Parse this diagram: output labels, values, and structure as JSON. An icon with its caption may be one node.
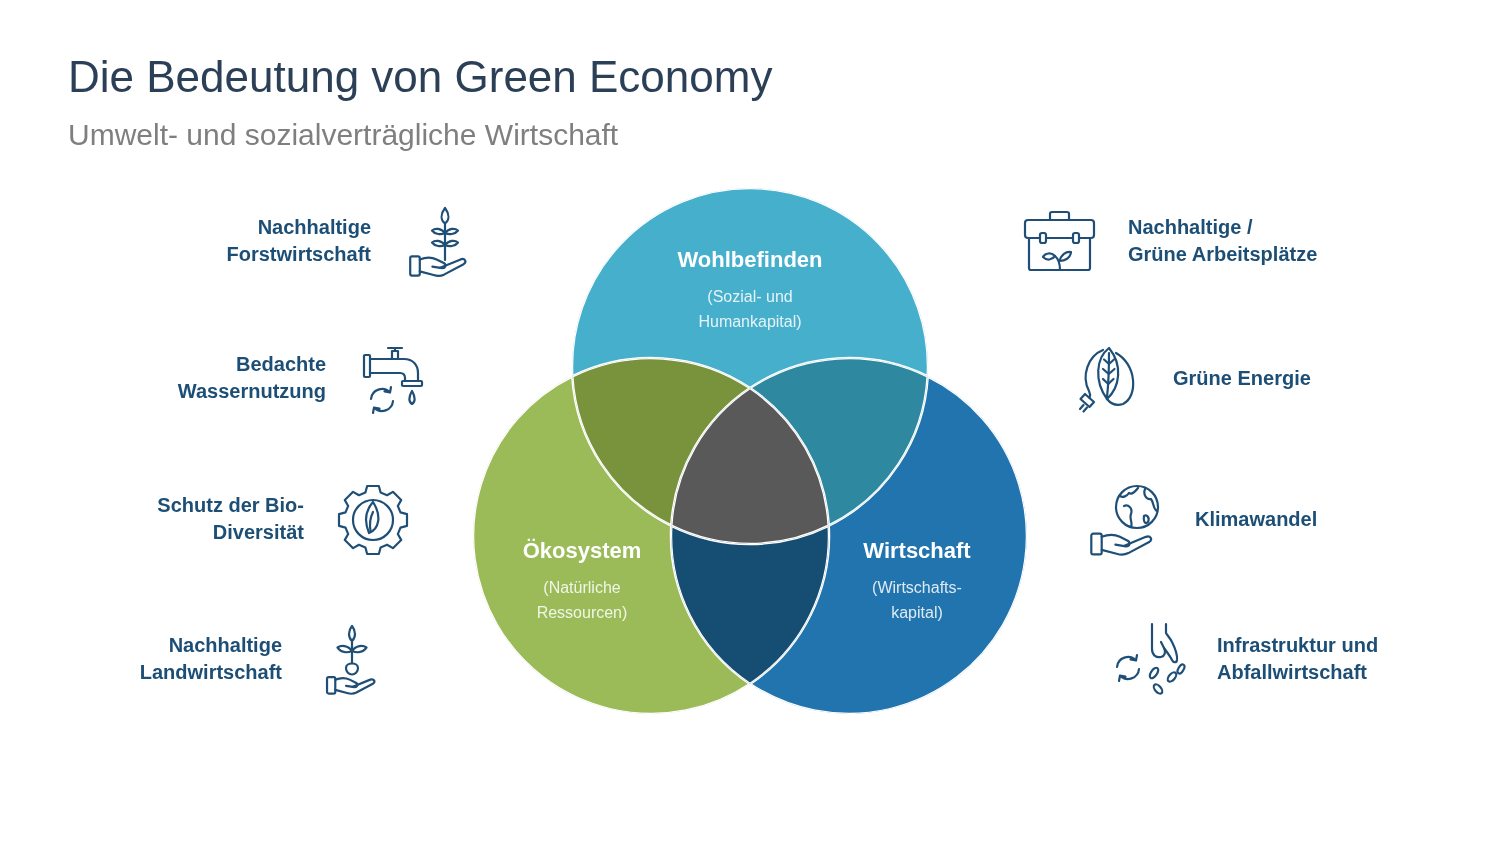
{
  "diagram": {
    "title": "Die Bedeutung von Green Economy",
    "nodes": [
      {
        "text": [
          "Wohlbefinden",
          "(Sozial- und Humankapital)"
        ]
      },
      {
        "text": [
          "Ökosystem",
          "(Natürliche Ressourcen)"
        ]
      },
      {
        "text": [
          "Wirtschaft",
          "(Wirtschafts- kapital)"
        ]
      },
      {
        "text": [],
        "shape": "triangle"
      },
      {
        "text": [],
        "shape": "triangle"
      },
      {
        "text": [],
        "shape": "triangle"
      },
      {
        "text": [],
        "shape": "triangle"
      }
    ],
    "labels": [
      "Umwelt- und sozialverträgliche Wirtschaft",
      "Nachhaltige Forstwirtschaft",
      "Bedachte Wassernutzung",
      "Schutz der Bio- Diversität",
      "Nachhaltige Landwirtschaft",
      "Nachhaltige / Grüne Arbeitsplätze",
      "Grüne Energie",
      "Klimawandel",
      "Infrastruktur und Abfallwirtschaft"
    ]
  }
}
